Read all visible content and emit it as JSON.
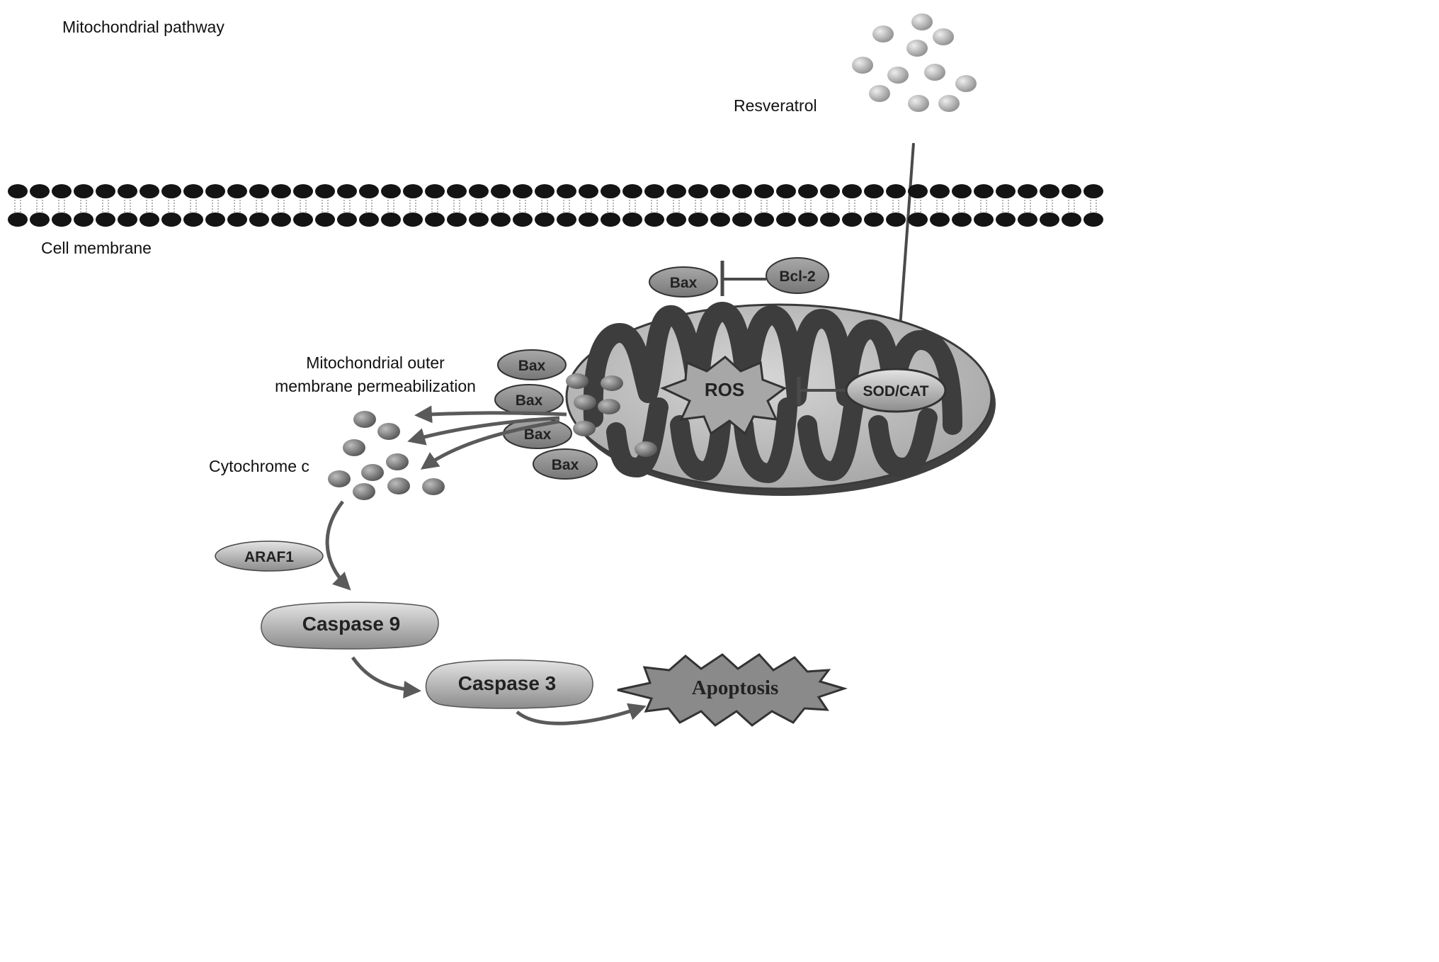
{
  "title": "Mitochondrial pathway",
  "labels": {
    "resveratrol": "Resveratrol",
    "cell_membrane": "Cell membrane",
    "momp_line1": "Mitochondrial outer",
    "momp_line2": "membrane permeabilization",
    "cytochrome_c": "Cytochrome c"
  },
  "proteins": {
    "bax": "Bax",
    "bcl2": "Bcl-2",
    "ros": "ROS",
    "sod_cat": "SOD/CAT",
    "araf1": "ARAF1",
    "caspase9": "Caspase 9",
    "caspase3": "Caspase 3",
    "apoptosis": "Apoptosis"
  }
}
